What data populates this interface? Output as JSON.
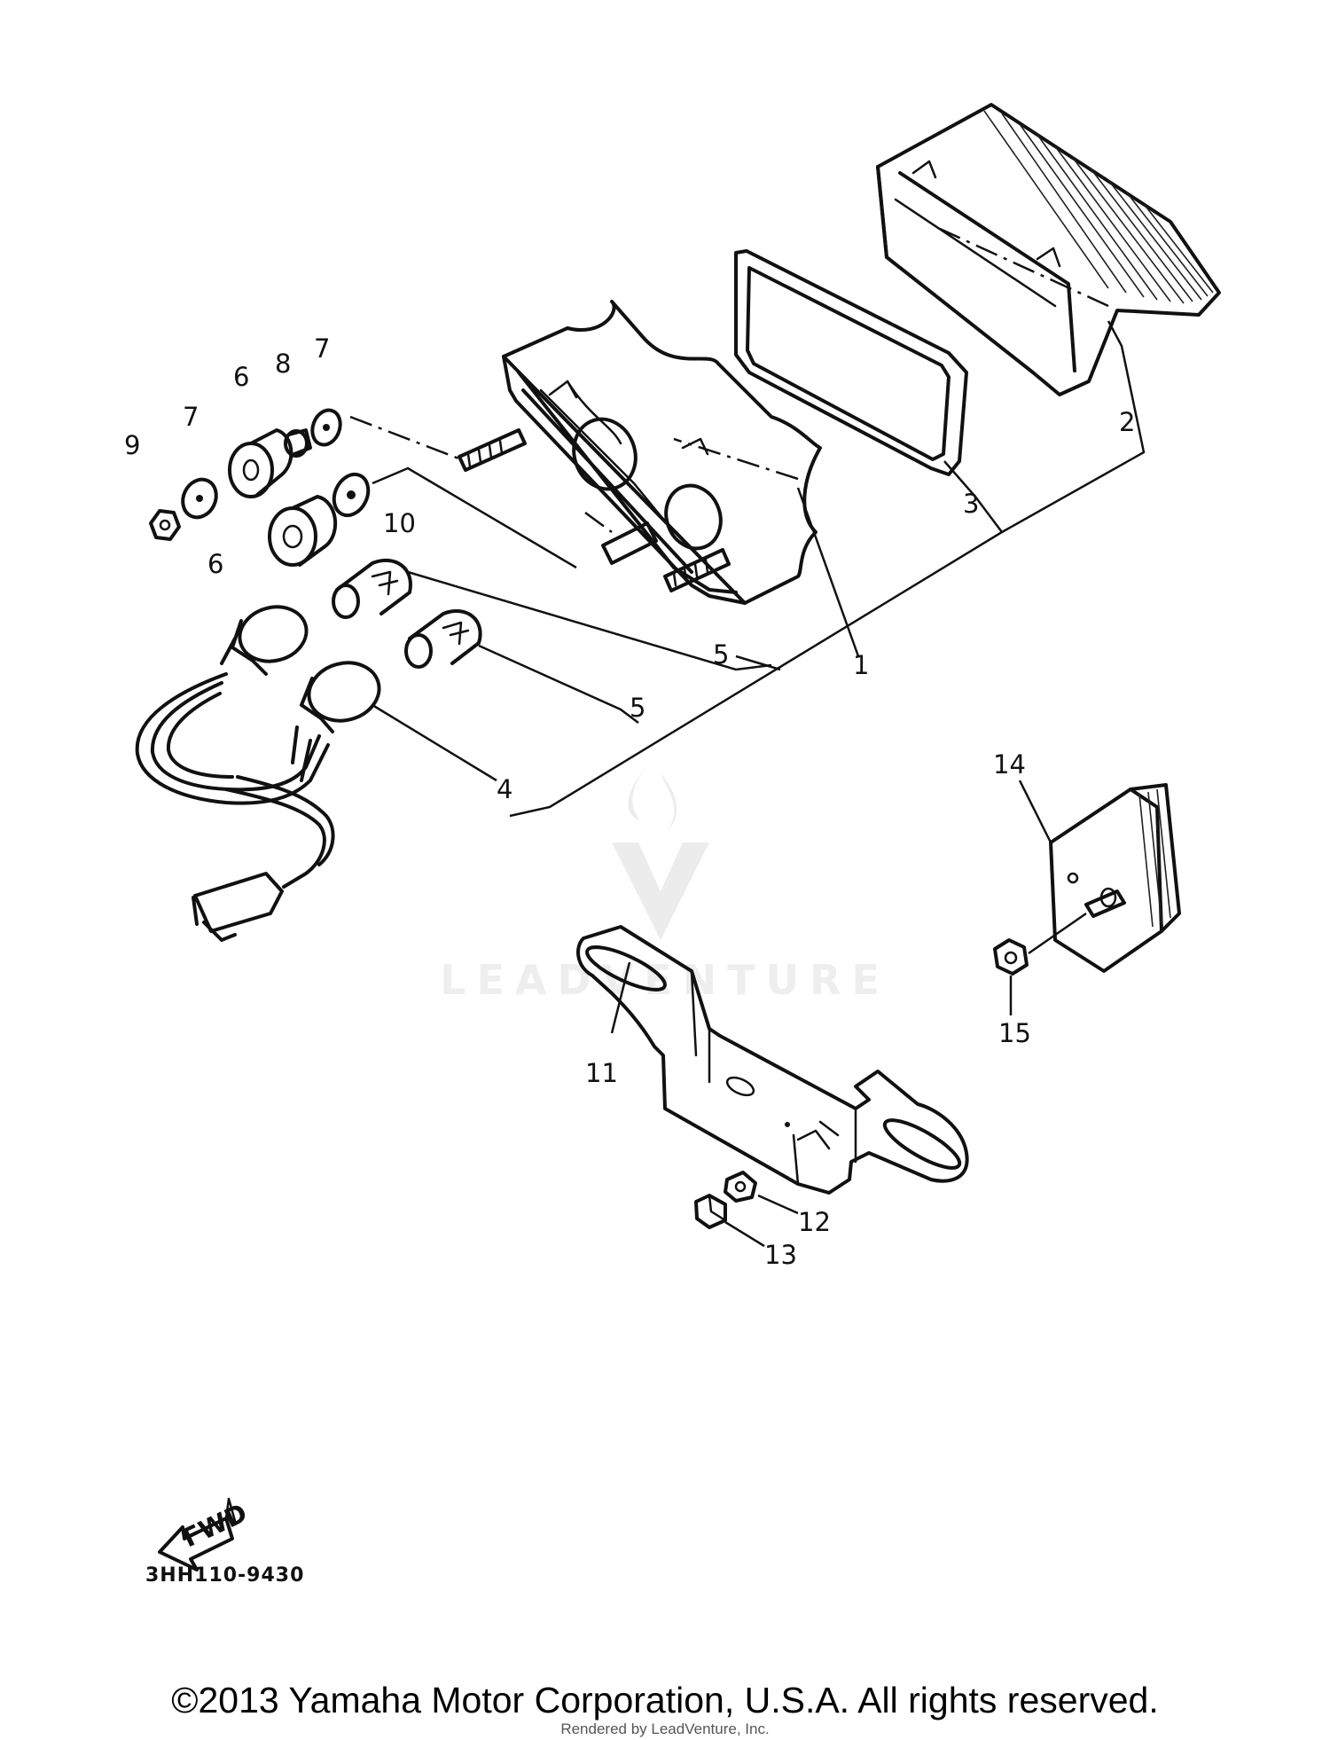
{
  "diagram": {
    "callouts": [
      {
        "id": "1",
        "label": "1"
      },
      {
        "id": "2",
        "label": "2"
      },
      {
        "id": "3",
        "label": "3"
      },
      {
        "id": "4",
        "label": "4"
      },
      {
        "id": "5a",
        "label": "5"
      },
      {
        "id": "5b",
        "label": "5"
      },
      {
        "id": "6a",
        "label": "6"
      },
      {
        "id": "6b",
        "label": "6"
      },
      {
        "id": "7a",
        "label": "7"
      },
      {
        "id": "7b",
        "label": "7"
      },
      {
        "id": "8",
        "label": "8"
      },
      {
        "id": "9",
        "label": "9"
      },
      {
        "id": "10",
        "label": "10"
      },
      {
        "id": "11",
        "label": "11"
      },
      {
        "id": "12",
        "label": "12"
      },
      {
        "id": "13",
        "label": "13"
      },
      {
        "id": "14",
        "label": "14"
      },
      {
        "id": "15",
        "label": "15"
      }
    ],
    "fwd_label": "FWD",
    "drawing_code": "3HH110-9430"
  },
  "watermark": {
    "brand": "LEADVENTURE",
    "color": "#ececec"
  },
  "footer": {
    "copyright": "©2013 Yamaha Motor Corporation, U.S.A. All rights reserved.",
    "rendered_by": "Rendered by LeadVenture, Inc."
  }
}
